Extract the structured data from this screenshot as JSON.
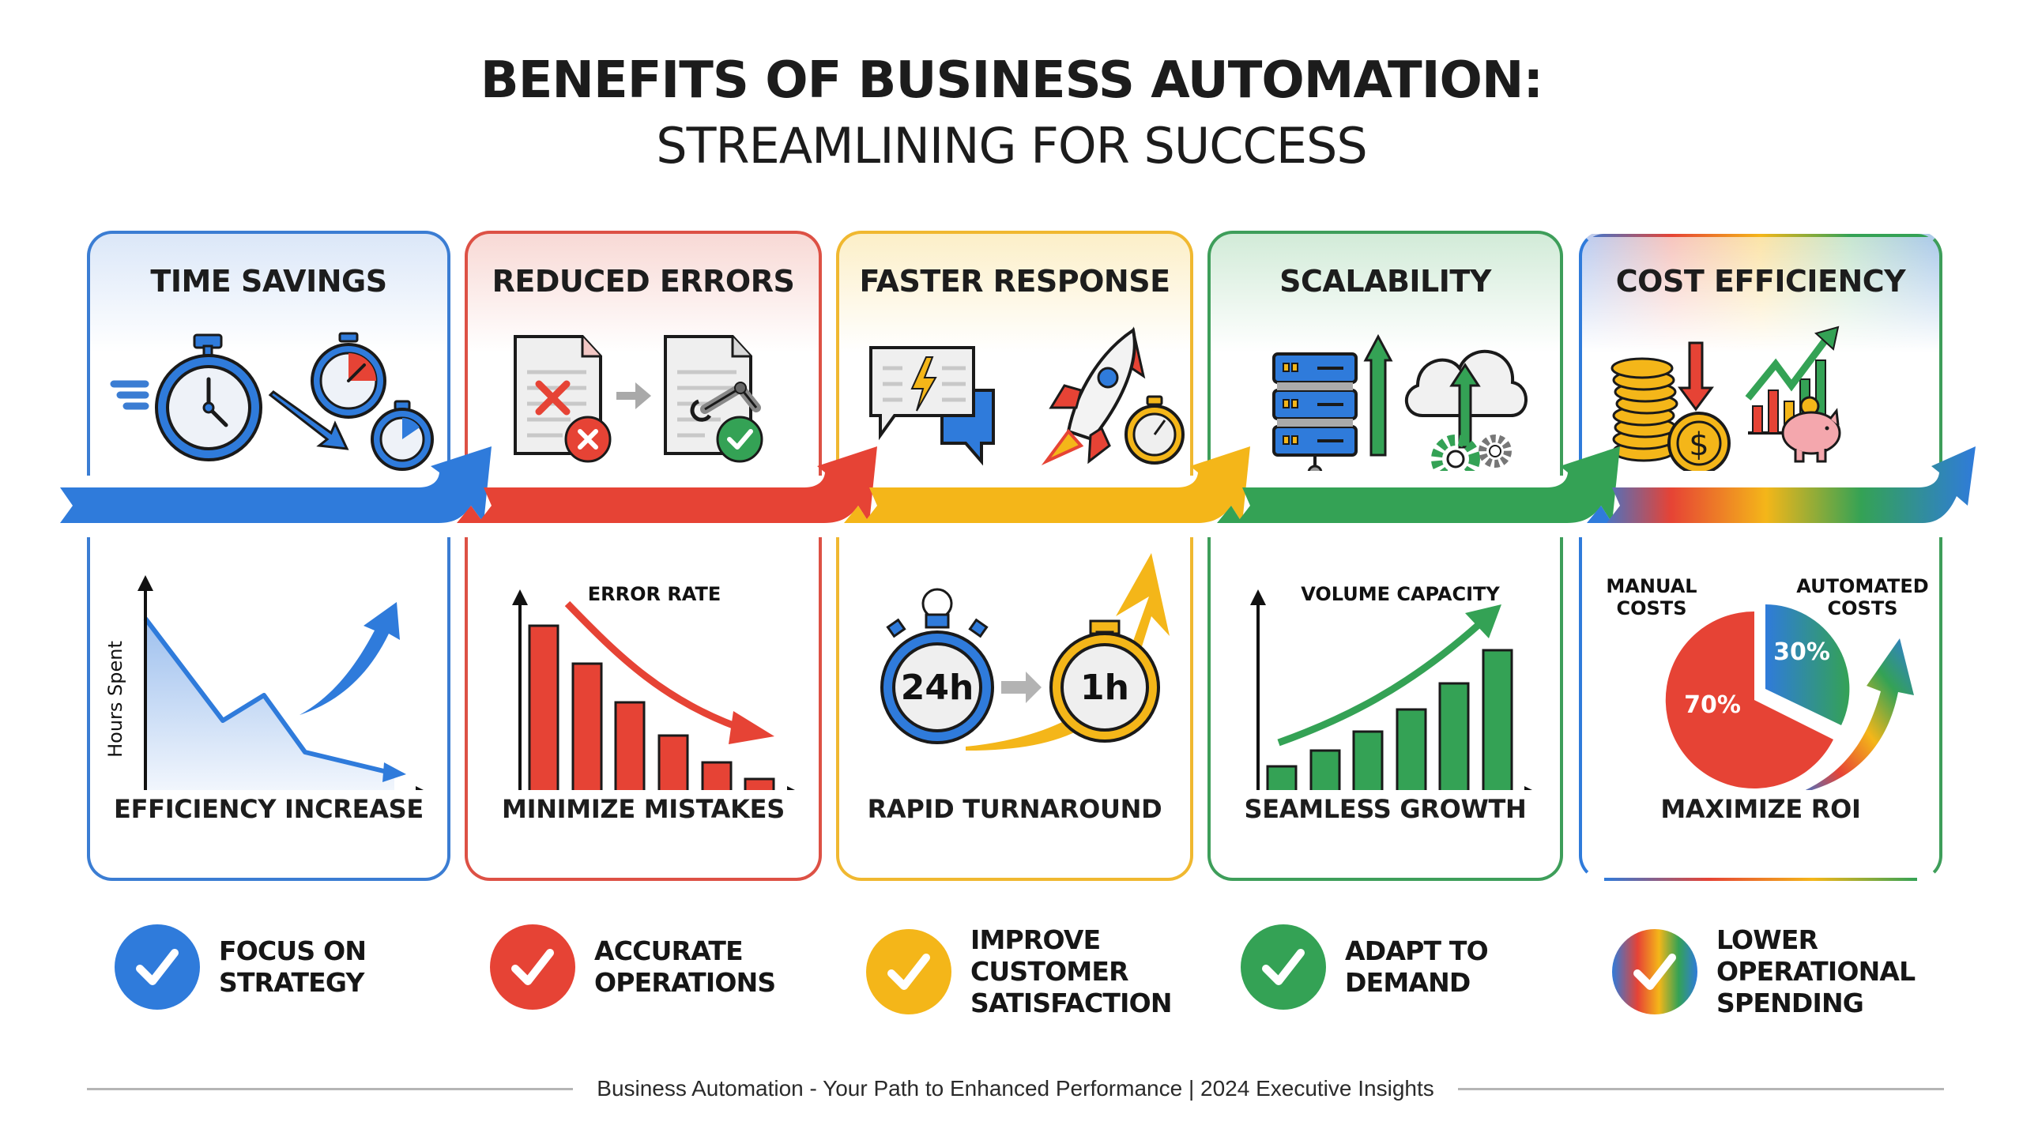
{
  "title": {
    "line1": "BENEFITS OF BUSINESS AUTOMATION:",
    "line2": "STREAMLINING FOR SUCCESS"
  },
  "colors": {
    "blue": "#2F7BDB",
    "red": "#E64335",
    "yellow": "#F4B619",
    "green": "#34A255",
    "text": "#1D1D1D",
    "gray": "#B5B5B5"
  },
  "cards": [
    {
      "id": "time-savings",
      "header": "TIME SAVINGS",
      "accent": "#2F7BDB",
      "icons": [
        "winged-stopwatch-icon",
        "down-arrow-icon",
        "stopwatch-red-segment-icon",
        "small-stopwatch-icon"
      ],
      "chart_y_label": "Hours Spent",
      "caption": "EFFICIENCY INCREASE"
    },
    {
      "id": "reduced-errors",
      "header": "REDUCED ERRORS",
      "accent": "#E64335",
      "icons": [
        "document-error-icon",
        "gray-arrow-icon",
        "document-robot-arm-check-icon"
      ],
      "chart_title": "ERROR RATE",
      "caption": "MINIMIZE MISTAKES"
    },
    {
      "id": "faster-response",
      "header": "FASTER RESPONSE",
      "accent": "#F4B619",
      "icons": [
        "chat-lightning-icon",
        "rocket-icon",
        "stopwatch-gold-icon"
      ],
      "timer_before": "24h",
      "timer_after": "1h",
      "caption": "RAPID TURNAROUND"
    },
    {
      "id": "scalability",
      "header": "SCALABILITY",
      "accent": "#34A255",
      "icons": [
        "server-stack-icon",
        "up-arrow-icon",
        "cloud-upload-gears-icon"
      ],
      "chart_title": "VOLUME CAPACITY",
      "caption": "SEAMLESS GROWTH"
    },
    {
      "id": "cost-efficiency",
      "header": "COST EFFICIENCY",
      "accent": "rainbow",
      "icons": [
        "coin-stack-icon",
        "down-arrow-red-icon",
        "dollar-coin-icon",
        "growth-chart-icon",
        "piggy-bank-icon"
      ],
      "pie_labels": {
        "left": "MANUAL\nCOSTS",
        "right": "AUTOMATED\nCOSTS"
      },
      "pie_values": {
        "manual": "70%",
        "automated": "30%"
      },
      "caption": "MAXIMIZE ROI"
    }
  ],
  "checks": [
    {
      "label": "FOCUS ON\nSTRATEGY",
      "color": "#2F7BDB"
    },
    {
      "label": "ACCURATE\nOPERATIONS",
      "color": "#E64335"
    },
    {
      "label": "IMPROVE\nCUSTOMER\nSATISFACTION",
      "color": "#F4B619"
    },
    {
      "label": "ADAPT TO\nDEMAND",
      "color": "#34A255"
    },
    {
      "label": "LOWER\nOPERATIONAL\nSPENDING",
      "color": "rainbow"
    }
  ],
  "footer": {
    "text": "Business Automation - Your Path to Enhanced Performance | 2024 Executive Insights"
  },
  "chart_data": [
    {
      "type": "line",
      "title": "",
      "ylabel": "Hours Spent",
      "xlabel": "",
      "x": [
        0,
        1,
        2,
        3,
        4
      ],
      "values": [
        100,
        43,
        58,
        24,
        10
      ],
      "note": "Illustrative decreasing trend of hours spent; caption EFFICIENCY INCREASE"
    },
    {
      "type": "bar",
      "title": "ERROR RATE",
      "categories": [
        "1",
        "2",
        "3",
        "4",
        "5",
        "6"
      ],
      "values": [
        100,
        77,
        54,
        34,
        18,
        8
      ],
      "note": "Illustrative relative values, decreasing"
    },
    {
      "type": "bar",
      "title": "VOLUME CAPACITY",
      "categories": [
        "1",
        "2",
        "3",
        "4",
        "5",
        "6"
      ],
      "values": [
        18,
        30,
        43,
        58,
        76,
        100
      ],
      "note": "Illustrative relative values, increasing"
    },
    {
      "type": "pie",
      "title": "",
      "categories": [
        "MANUAL COSTS",
        "AUTOMATED COSTS"
      ],
      "values": [
        70,
        30
      ]
    }
  ]
}
